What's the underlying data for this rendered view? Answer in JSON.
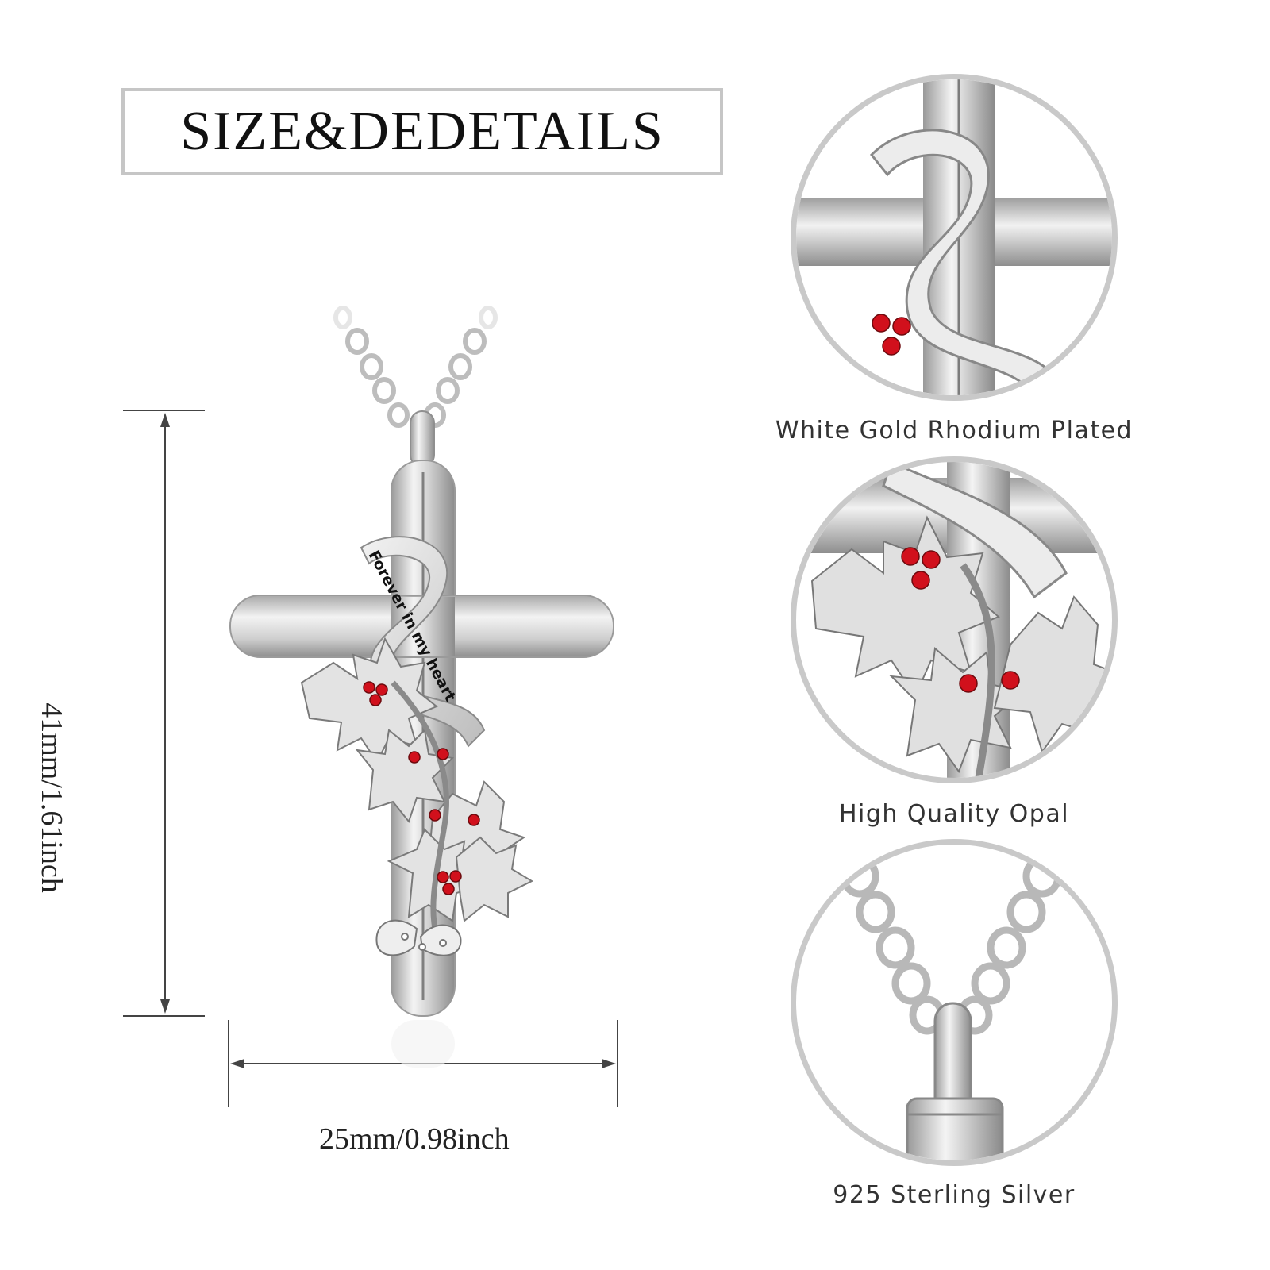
{
  "header": {
    "title": "SIZE&DEDETAILS"
  },
  "dimensions": {
    "height_label": "41mm/1.61inch",
    "width_label": "25mm/0.98inch"
  },
  "pendant": {
    "engraving": "Forever in my heart",
    "colors": {
      "silver": "#d9d9d9",
      "berry": "#d1101c",
      "engraving": "#111111"
    }
  },
  "details": [
    {
      "caption": "White Gold Rhodium Plated",
      "icon": "ribbon-closeup"
    },
    {
      "caption": "High Quality Opal",
      "icon": "berries-closeup"
    },
    {
      "caption": "925 Sterling Silver",
      "icon": "chain-closeup"
    }
  ]
}
